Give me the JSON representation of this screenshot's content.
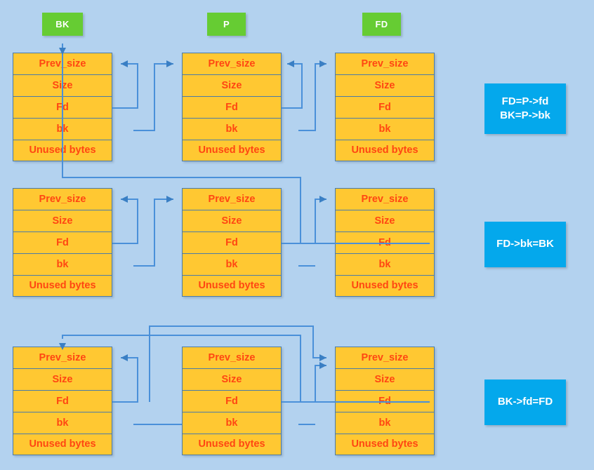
{
  "diagram": {
    "title": "Glibc heap unlink macro pointer rewiring",
    "background_color": "#b3d2ef",
    "cell_fill": "#ffc832",
    "cell_text_color": "#ff4612",
    "cell_border_color": "#4a7ba8",
    "tag_color": "#66cc33",
    "note_color": "#04a8ec",
    "arrow_color": "#4a90d9"
  },
  "tags": [
    {
      "label": "BK",
      "name": "tag-bk"
    },
    {
      "label": "P",
      "name": "tag-p"
    },
    {
      "label": "FD",
      "name": "tag-fd"
    }
  ],
  "chunk_fields": [
    "Prev_size",
    "Size",
    "Fd",
    "bk",
    "Unused bytes"
  ],
  "rows": [
    {
      "id": "row-1",
      "note": {
        "lines": [
          "FD=P->fd",
          "BK=P->bk"
        ]
      },
      "chunks": [
        {
          "role": "BK",
          "fields": [
            "Prev_size",
            "Size",
            "Fd",
            "bk",
            "Unused bytes"
          ]
        },
        {
          "role": "P",
          "fields": [
            "Prev_size",
            "Size",
            "Fd",
            "bk",
            "Unused bytes"
          ]
        },
        {
          "role": "FD",
          "fields": [
            "Prev_size",
            "Size",
            "Fd",
            "bk",
            "Unused bytes"
          ]
        }
      ]
    },
    {
      "id": "row-2",
      "note": {
        "lines": [
          "FD->bk=BK"
        ]
      },
      "chunks": [
        {
          "role": "BK",
          "fields": [
            "Prev_size",
            "Size",
            "Fd",
            "bk",
            "Unused bytes"
          ]
        },
        {
          "role": "P",
          "fields": [
            "Prev_size",
            "Size",
            "Fd",
            "bk",
            "Unused bytes"
          ]
        },
        {
          "role": "FD",
          "fields": [
            "Prev_size",
            "Size",
            "Fd",
            "bk",
            "Unused bytes"
          ]
        }
      ]
    },
    {
      "id": "row-3",
      "note": {
        "lines": [
          "BK->fd=FD"
        ]
      },
      "chunks": [
        {
          "role": "BK",
          "fields": [
            "Prev_size",
            "Size",
            "Fd",
            "bk",
            "Unused bytes"
          ]
        },
        {
          "role": "P",
          "fields": [
            "Prev_size",
            "Size",
            "Fd",
            "bk",
            "Unused bytes"
          ]
        },
        {
          "role": "FD",
          "fields": [
            "Prev_size",
            "Size",
            "Fd",
            "bk",
            "Unused bytes"
          ]
        }
      ]
    }
  ]
}
